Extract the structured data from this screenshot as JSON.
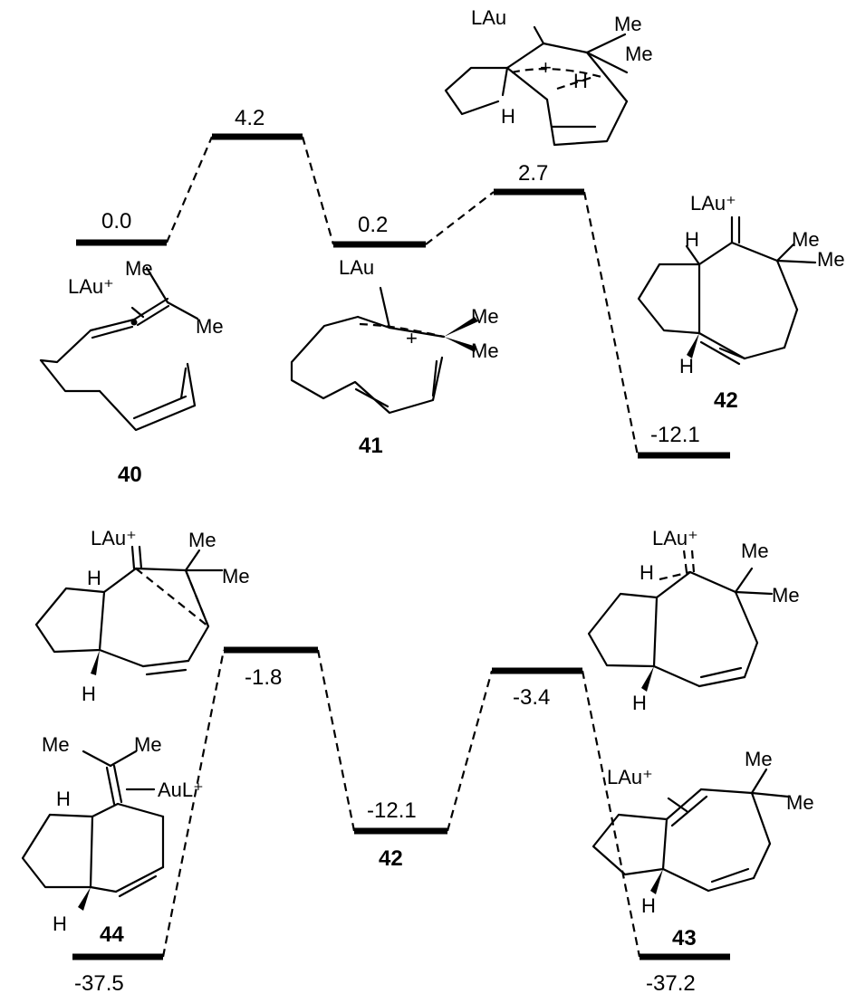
{
  "top_profile": {
    "energies": [
      "0.0",
      "4.2",
      "0.2",
      "2.7",
      "-12.1"
    ],
    "compounds": [
      "40",
      "41",
      "42"
    ]
  },
  "bottom_profile": {
    "energies": [
      "-37.5",
      "-1.8",
      "-12.1",
      "-3.4",
      "-37.2"
    ],
    "compounds": [
      "44",
      "42",
      "43"
    ]
  },
  "atom_labels": {
    "lau": "LAu",
    "lau_plus": "LAu⁺",
    "aul_plus": "AuL⁺",
    "me": "Me",
    "h": "H",
    "plus": "+"
  }
}
